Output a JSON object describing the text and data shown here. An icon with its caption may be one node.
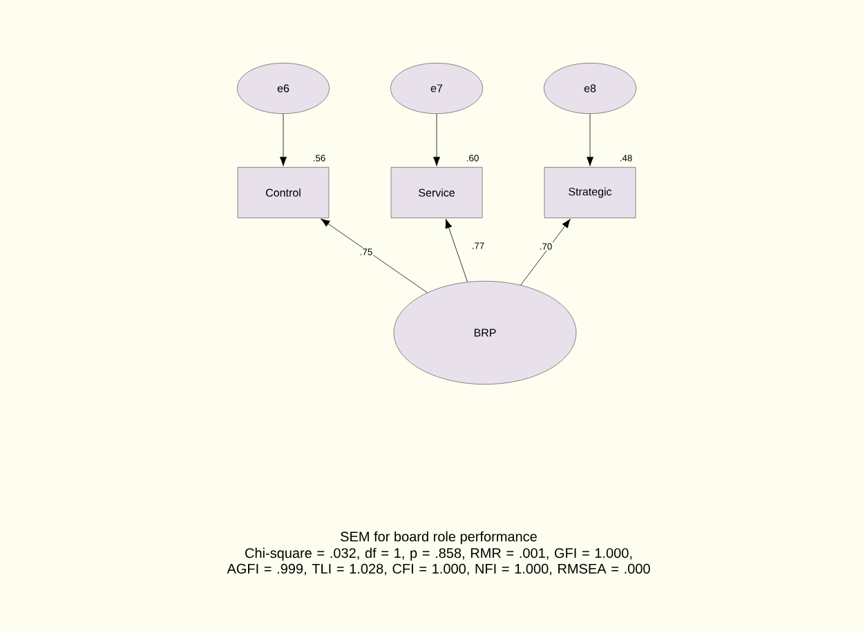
{
  "diagram": {
    "caption": "SEM for board role performance",
    "nodes": [
      {
        "text": [
          "e6"
        ]
      },
      {
        "text": [
          "e7"
        ]
      },
      {
        "text": [
          "e8"
        ]
      },
      {
        "text": [
          "Control"
        ],
        "beside": [
          ".56"
        ]
      },
      {
        "text": [
          "Service"
        ],
        "beside": [
          ".60"
        ]
      },
      {
        "text": [
          "Strategic"
        ],
        "beside": [
          ".48"
        ]
      },
      {
        "text": [
          "BRP"
        ]
      }
    ],
    "edges": [
      {
        "from": 0,
        "to": 3,
        "arrow": "to"
      },
      {
        "from": 1,
        "to": 4,
        "arrow": "to"
      },
      {
        "from": 2,
        "to": 5,
        "arrow": "to"
      },
      {
        "from": 6,
        "to": 3,
        "arrow": "to",
        "label": ".75"
      },
      {
        "from": 6,
        "to": 4,
        "arrow": "to",
        "label": ".77"
      },
      {
        "from": 6,
        "to": 5,
        "arrow": "to",
        "label": ".70"
      }
    ],
    "labels": [
      "Chi-square = .032, df = 1, p = .858, RMR = .001, GFI = 1.000, AGFI = .999, TLI = 1.028, CFI = 1.000, NFI = 1.000, RMSEA = .000"
    ]
  }
}
